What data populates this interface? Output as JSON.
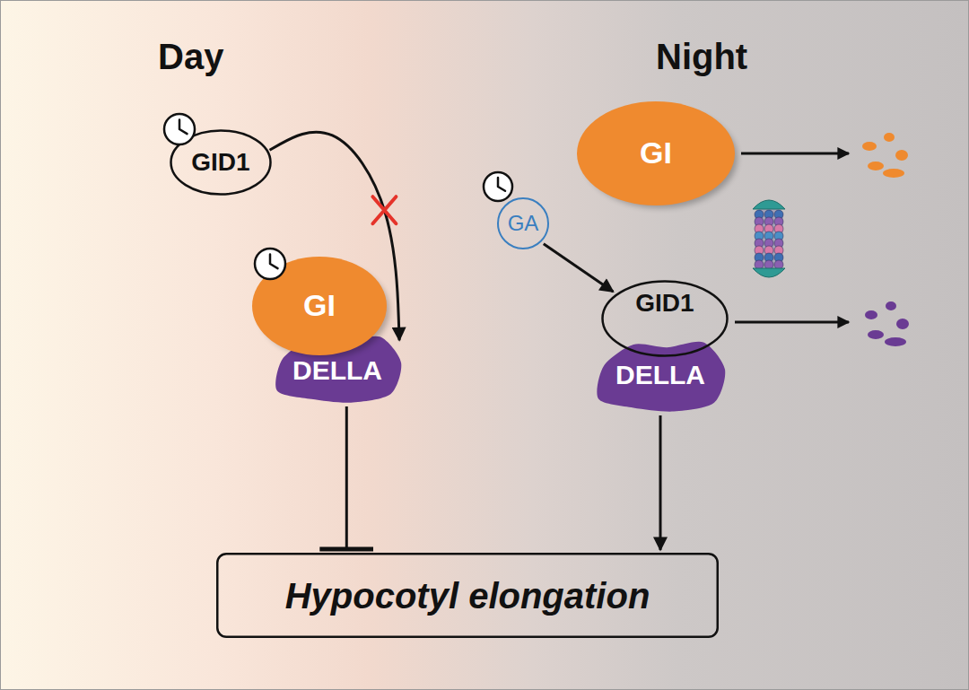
{
  "diagram": {
    "nodes": [
      {
        "text": [
          "GID1"
        ]
      },
      {
        "text": [
          "GI"
        ]
      },
      {
        "text": [
          "DELLA"
        ]
      },
      {
        "text": [
          "GA"
        ]
      },
      {
        "text": [
          "GI"
        ]
      },
      {
        "text": [
          "GID1"
        ]
      },
      {
        "text": [
          "DELLA"
        ]
      },
      {
        "text": [
          "Hypocotyl elongation"
        ]
      }
    ],
    "edges": [
      {
        "from": 0,
        "to": 2,
        "arrow": "to"
      },
      {
        "from": 2,
        "to": 7,
        "arrow": "to"
      },
      {
        "from": 3,
        "to": 5,
        "arrow": "to"
      },
      {
        "from": 6,
        "to": 7,
        "arrow": "to"
      }
    ],
    "labels": [
      "Day",
      "Night"
    ]
  }
}
